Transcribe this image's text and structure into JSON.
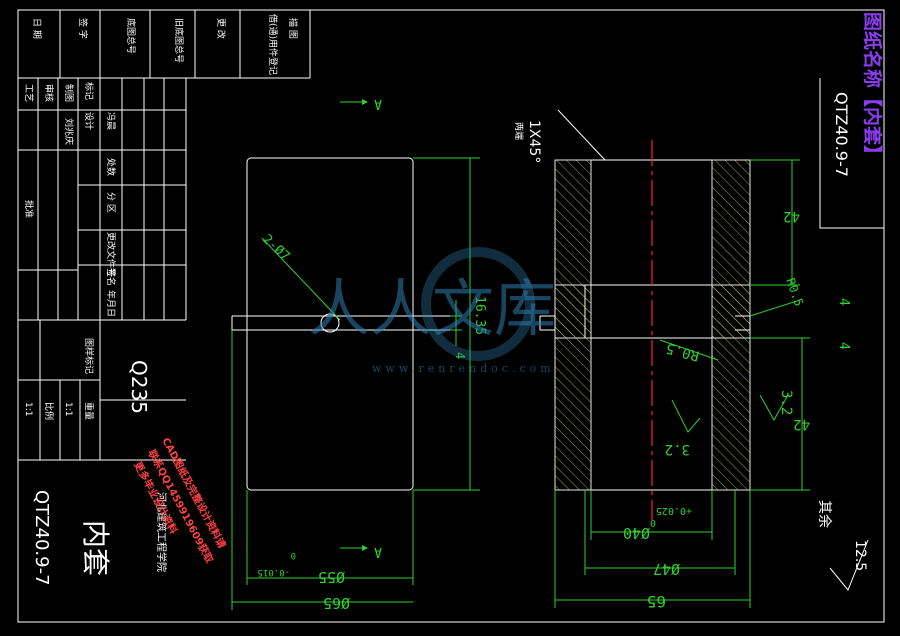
{
  "title_block": {
    "part_name": "内套",
    "drawing_number": "QTZ40.9-7",
    "material": "Q235",
    "school": "河北建筑工程学院",
    "top_cells": [
      "日 期",
      "签 字",
      "底图总号",
      "旧底图总号",
      "更 改",
      "借(通)用件登记",
      "描 图"
    ],
    "role_cells": [
      "标记",
      "设计",
      "制图",
      "审核",
      "工艺",
      "批准"
    ],
    "names": [
      "冯晨",
      "刘兆庆"
    ],
    "revision_cells": [
      "处数",
      "分 区",
      "更改文件号",
      "签名",
      "年月日"
    ],
    "stage_label": "图样标记",
    "weight_label": "重量",
    "scale_label": "比例",
    "weight_value": "1:1",
    "scale_value": "1:1"
  },
  "drawing_no_box": "QTZ40.9-7",
  "vertical_banner": "图纸名称【内套】",
  "watermark": {
    "text": "人人文库",
    "url": "www.renrendoc.com"
  },
  "red_stamp": [
    "CAD图纸及完整设计资料请",
    "联系QQ1459919609获取",
    "更多毕业设计资料"
  ],
  "left_view": {
    "section_mark": "A",
    "hole_label": "2-Ø7",
    "offset_label": "16.35",
    "small_dim": "4",
    "dia_inner": "Ø55",
    "dia_inner_tol_upper": "0",
    "dia_inner_tol_lower": "-0.015",
    "dia_outer": "Ø65"
  },
  "right_view": {
    "chamfer": "1X45°",
    "chamfer_note": "两端",
    "dim_top": "42",
    "dim_bottom": "42",
    "fillet_outer": "R0.5",
    "fillet_inner": "R0.5",
    "dim_4a": "4",
    "dim_4b": "4",
    "rough_32a": "3.2",
    "rough_32b": "3.2",
    "bore": "Ø40",
    "bore_tol_upper": "+0.025",
    "bore_tol_lower": "0",
    "dia_47": "Ø47",
    "length": "65",
    "rough_rest": "12.5",
    "rest_label": "其余"
  }
}
